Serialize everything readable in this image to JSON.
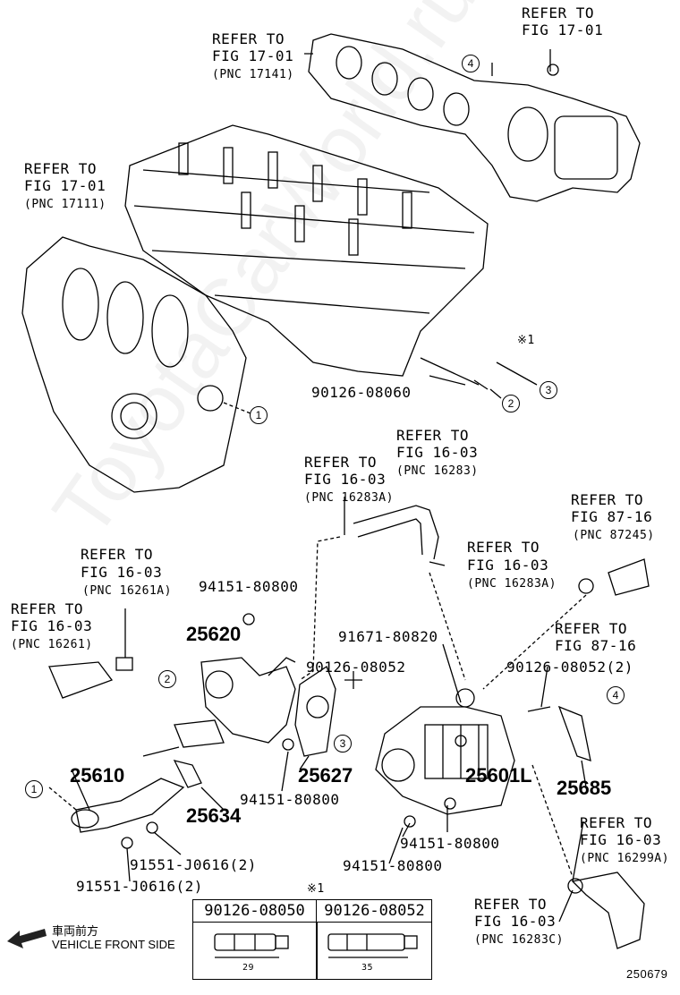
{
  "refers": [
    {
      "l1": "REFER TO",
      "l2": "FIG 17-01",
      "pnc": "(PNC 17141)"
    },
    {
      "l1": "REFER TO",
      "l2": "FIG 17-01"
    },
    {
      "l1": "REFER TO",
      "l2": "FIG 17-01",
      "pnc": "(PNC 17111)"
    },
    {
      "l1": "REFER TO",
      "l2": "FIG 16-03",
      "pnc": "(PNC 16283)"
    },
    {
      "l1": "REFER TO",
      "l2": "FIG 16-03",
      "pnc": "(PNC 16283A)"
    },
    {
      "l1": "REFER TO",
      "l2": "FIG 87-16",
      "pnc": "(PNC 87245)"
    },
    {
      "l1": "REFER TO",
      "l2": "FIG 16-03",
      "pnc": "(PNC 16283A)"
    },
    {
      "l1": "REFER TO",
      "l2": "FIG 16-03",
      "pnc": "(PNC 16261A)"
    },
    {
      "l1": "REFER TO",
      "l2": "FIG 16-03",
      "pnc": "(PNC 16261)"
    },
    {
      "l1": "REFER TO",
      "l2": "FIG 87-16"
    },
    {
      "l1": "REFER TO",
      "l2": "FIG 16-03",
      "pnc": "(PNC 16299A)"
    },
    {
      "l1": "REFER TO",
      "l2": "FIG 16-03",
      "pnc": "(PNC 16283C)"
    }
  ],
  "parts": {
    "p90126_08060": "90126-08060",
    "p94151_a": "94151-80800",
    "p91671": "91671-80820",
    "p90126_08052": "90126-08052",
    "p90126_08052_2": "90126-08052(2)",
    "p25620": "25620",
    "p25627": "25627",
    "p25601L": "25601L",
    "p25685": "25685",
    "p94151_b": "94151-80800",
    "p25610": "25610",
    "p25634": "25634",
    "p94151_c": "94151-80800",
    "p94151_d": "94151-80800",
    "p91551_a": "91551-J0616(2)",
    "p91551_b": "91551-J0616(2)"
  },
  "callouts": {
    "c1": "1",
    "c2": "2",
    "c3": "3",
    "c4": "4",
    "note": "※1"
  },
  "table": {
    "note": "※1",
    "cols": [
      {
        "part": "90126-08050",
        "length": "29"
      },
      {
        "part": "90126-08052",
        "length": "35"
      }
    ]
  },
  "front": {
    "jp": "車両前方",
    "en": "VEHICLE FRONT SIDE",
    "icon": "arrow-left-icon"
  },
  "diagram_id": "250679"
}
